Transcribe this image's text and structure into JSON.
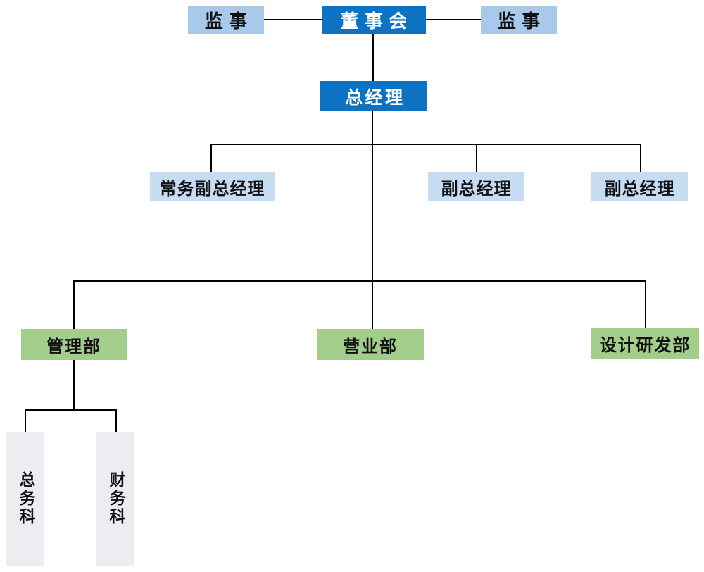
{
  "diagram": {
    "type": "org-chart",
    "language": "zh-CN"
  },
  "nodes": {
    "supervisor_left": {
      "label": "监事"
    },
    "board": {
      "label": "董事会"
    },
    "supervisor_right": {
      "label": "监事"
    },
    "general_manager": {
      "label": "总经理"
    },
    "exec_deputy_gm": {
      "label": "常务副总经理"
    },
    "deputy_gm_1": {
      "label": "副总经理"
    },
    "deputy_gm_2": {
      "label": "副总经理"
    },
    "management_dept": {
      "label": "管理部"
    },
    "business_dept": {
      "label": "营业部"
    },
    "design_rd_dept": {
      "label": "设计研发部"
    },
    "general_affairs_section": {
      "label": "总务科"
    },
    "finance_section": {
      "label": "财务科"
    }
  },
  "hierarchy": {
    "root": "board",
    "edges": [
      [
        "board",
        "supervisor_left"
      ],
      [
        "board",
        "supervisor_right"
      ],
      [
        "board",
        "general_manager"
      ],
      [
        "general_manager",
        "exec_deputy_gm"
      ],
      [
        "general_manager",
        "deputy_gm_1"
      ],
      [
        "general_manager",
        "deputy_gm_2"
      ],
      [
        "general_manager",
        "management_dept"
      ],
      [
        "general_manager",
        "business_dept"
      ],
      [
        "general_manager",
        "design_rd_dept"
      ],
      [
        "management_dept",
        "general_affairs_section"
      ],
      [
        "management_dept",
        "finance_section"
      ]
    ]
  },
  "colors": {
    "primary_dark_blue": "#0e72c2",
    "supervisor_light_blue": "#a8c9e9",
    "deputy_pale_blue": "#c6dcf2",
    "department_green": "#a3cd8b",
    "section_gray": "#ebedf0",
    "connector_line": "#000000",
    "background": "#ffffff"
  }
}
